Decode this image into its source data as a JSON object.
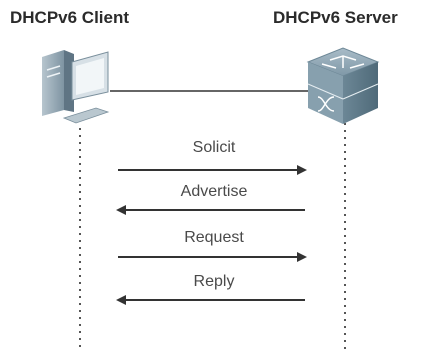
{
  "diagram": {
    "client": {
      "label": "DHCPv6 Client"
    },
    "server": {
      "label": "DHCPv6 Server"
    },
    "messages": [
      {
        "label": "Solicit",
        "direction": "client-to-server"
      },
      {
        "label": "Advertise",
        "direction": "server-to-client"
      },
      {
        "label": "Request",
        "direction": "client-to-server"
      },
      {
        "label": "Reply",
        "direction": "server-to-client"
      }
    ],
    "colors": {
      "arrow": "#333333",
      "lifeline": "#555555",
      "server_top": "#8fa7b5",
      "server_body": "#6f8a99",
      "pc_body": "#9aacb8"
    }
  }
}
